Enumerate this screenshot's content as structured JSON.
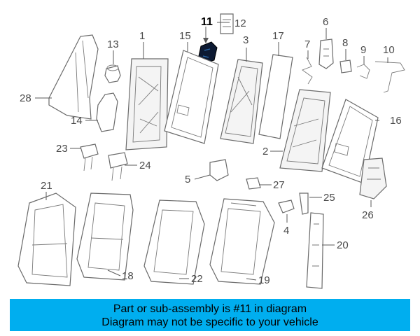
{
  "diagram": {
    "highlight_color": "#00aeef",
    "highlighted_part": "11",
    "callouts": [
      "1",
      "2",
      "3",
      "4",
      "5",
      "6",
      "7",
      "8",
      "9",
      "10",
      "11",
      "12",
      "13",
      "14",
      "15",
      "16",
      "17",
      "18",
      "19",
      "20",
      "21",
      "22",
      "23",
      "24",
      "25",
      "26",
      "27",
      "28"
    ]
  },
  "banner": {
    "line1": "Part or sub-assembly is #11 in diagram",
    "line2": "Diagram may not be specific to your vehicle"
  }
}
